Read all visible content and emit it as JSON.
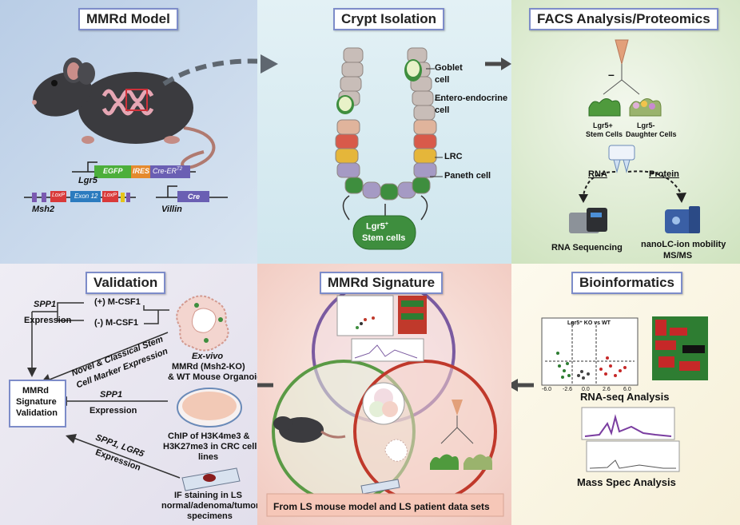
{
  "panels": {
    "mmrd_model": {
      "title": "MMRd Model",
      "lgr5": "Lgr5",
      "egfp": "EGFP",
      "ires": "IRES",
      "cre_er": "Cre-ER",
      "cre_er_sup": "T2",
      "msh2": "Msh2",
      "loxp": "LoxP",
      "exon12": "Exon 12",
      "villin": "Villin",
      "cre": "Cre"
    },
    "crypt_isolation": {
      "title": "Crypt Isolation",
      "goblet": [
        "Goblet",
        "cell"
      ],
      "enteroendocrine": [
        "Entero-endocrine",
        "cell"
      ],
      "lrc": "LRC",
      "paneth": "Paneth cell",
      "stem_line1": "Lgr5",
      "stem_sup": "+",
      "stem_line2": "Stem cells"
    },
    "facs": {
      "title": "FACS Analysis/Proteomics",
      "minus": "–",
      "lgr5pos": [
        "Lgr5+",
        "Stem Cells"
      ],
      "lgr5neg": [
        "Lgr5-",
        "Daughter Cells"
      ],
      "rna": "RNA",
      "protein": "Protein",
      "rnaseq": "RNA Sequencing",
      "nanolc": [
        "nanoLC-ion mobility",
        "MS/MS"
      ]
    },
    "validation": {
      "title": "Validation",
      "spp1": "SPP1",
      "expression": "Expression",
      "mcsf_pos": "(+) M-CSF1",
      "mcsf_neg": "(-) M-CSF1",
      "exvivo": [
        "Ex-vivo",
        "MMRd (Msh2-KO)",
        "& WT Mouse Organoids"
      ],
      "novel": [
        "Novel & Classical Stem",
        "Cell Marker Expression"
      ],
      "box": [
        "MMRd",
        "Signature",
        "Validation"
      ],
      "spp1_expr": [
        "SPP1",
        "Expression"
      ],
      "chip": [
        "ChIP of H3K4me3 &",
        "H3K27me3 in CRC cell",
        "lines"
      ],
      "spp1_lgr5": [
        "SPP1, LGR5",
        "Expression"
      ],
      "if": [
        "IF staining in LS",
        "normal/adenoma/tumor",
        "specimens"
      ]
    },
    "signature": {
      "title": "MMRd Signature",
      "footer": "From LS mouse model and LS patient data sets"
    },
    "bioinformatics": {
      "title": "Bioinformatics",
      "volcano_title": "Lgr5⁺ KO vs WT",
      "rnaseq": "RNA-seq Analysis",
      "massspec": "Mass Spec Analysis",
      "xticks": [
        "-6.0",
        "-2.6",
        "0.0",
        "2.6",
        "6.0"
      ]
    }
  },
  "colors": {
    "model_bg": "#c5d6ea",
    "crypt_bg": "#d9ecf3",
    "facs_bg": "#e2efd9",
    "validation_bg": "#e6e3ef",
    "signature_bg": "#f6ddd6",
    "bioinf_bg": "#fbf7e6",
    "title_border": "#7d8cc9",
    "circle_purple": "#7a5aa0",
    "circle_green": "#5a9a45",
    "circle_red": "#c0392b",
    "stem_green": "#3e8e3e"
  }
}
